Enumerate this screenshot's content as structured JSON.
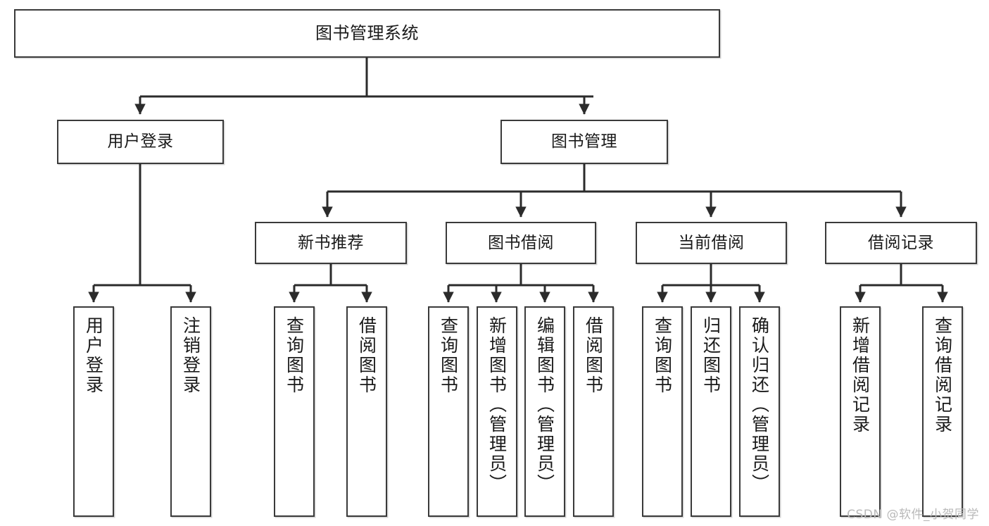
{
  "diagram": {
    "type": "tree-hierarchy",
    "title": "图书管理系统",
    "watermark": "CSDN @软件_小贺同学",
    "colors": {
      "box_border": "#3a3a3a",
      "box_fill": "#ffffff",
      "connector": "#2b2b2b",
      "text": "#1a1a1a",
      "watermark": "#b9b9b9",
      "background": "#ffffff"
    },
    "nodes": {
      "root": {
        "label": "图书管理系统"
      },
      "level2": [
        {
          "id": "user-login",
          "label": "用户登录"
        },
        {
          "id": "book-management",
          "label": "图书管理"
        }
      ],
      "level3": [
        {
          "id": "new-book-recommend",
          "label": "新书推荐"
        },
        {
          "id": "book-borrow",
          "label": "图书借阅"
        },
        {
          "id": "current-borrow",
          "label": "当前借阅"
        },
        {
          "id": "borrow-record",
          "label": "借阅记录"
        }
      ],
      "leaves": [
        {
          "id": "leaf-user-login",
          "label": "用户登录",
          "parent": "user-login"
        },
        {
          "id": "leaf-logout-login",
          "label": "注销登录",
          "parent": "user-login"
        },
        {
          "id": "leaf-query-book-1",
          "label": "查询图书",
          "parent": "new-book-recommend"
        },
        {
          "id": "leaf-borrow-book-1",
          "label": "借阅图书",
          "parent": "new-book-recommend"
        },
        {
          "id": "leaf-query-book-2",
          "label": "查询图书",
          "parent": "book-borrow"
        },
        {
          "id": "leaf-add-book",
          "label": "新增图书（管理员）",
          "parent": "book-borrow"
        },
        {
          "id": "leaf-edit-book",
          "label": "编辑图书（管理员）",
          "parent": "book-borrow"
        },
        {
          "id": "leaf-borrow-book-2",
          "label": "借阅图书",
          "parent": "book-borrow"
        },
        {
          "id": "leaf-query-book-3",
          "label": "查询图书",
          "parent": "current-borrow"
        },
        {
          "id": "leaf-return-book",
          "label": "归还图书",
          "parent": "current-borrow"
        },
        {
          "id": "leaf-confirm-return",
          "label": "确认归还（管理员）",
          "parent": "current-borrow"
        },
        {
          "id": "leaf-add-record",
          "label": "新增借阅记录",
          "parent": "borrow-record"
        },
        {
          "id": "leaf-query-record",
          "label": "查询借阅记录",
          "parent": "borrow-record"
        }
      ]
    }
  }
}
